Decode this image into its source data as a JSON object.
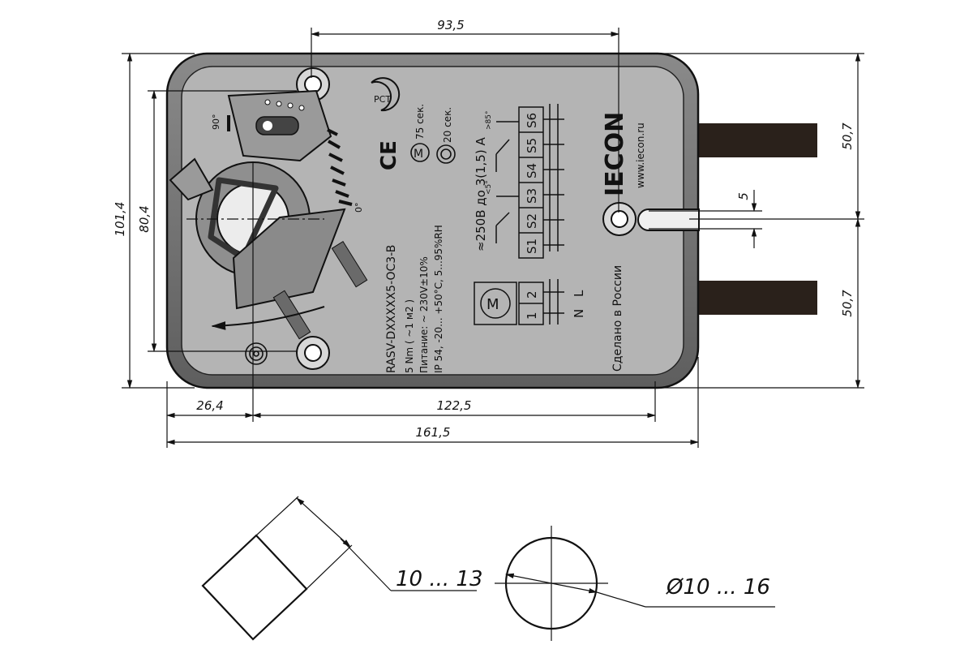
{
  "dimensions": {
    "width_top": "93,5",
    "height_total": "101,4",
    "height_holes": "80,4",
    "right_upper": "50,7",
    "right_lower": "50,7",
    "slot": "5",
    "left_offset": "26,4",
    "center_length": "122,5",
    "total_length": "161,5"
  },
  "labels": {
    "angle_90": "90°",
    "angle_0": "0°",
    "time_motor": "75 сек.",
    "time_spring": "20 сек.",
    "ce": "CE",
    "motor_symbol": "M",
    "switch_rating": "≈250В до 3(1,5) А",
    "pos_85": ">85°",
    "pos_5": "<5°",
    "s1": "S1",
    "s2": "S2",
    "s3": "S3",
    "s4": "S4",
    "s5": "S5",
    "s6": "S6",
    "term1": "1",
    "term2": "2",
    "phase_N": "N",
    "phase_L": "L",
    "brand": "IECON",
    "website": "www.iecon.ru",
    "made_in": "Сделано в России",
    "model": "RASV-DXXXXX5-OC3-B",
    "torque": "5 Nm ( ~1 м2 )",
    "supply": "Питание: ~ 230V±10%",
    "protection": "IP 54, -20... +50°C, 5...95%RH"
  },
  "shaft": {
    "square_range": "10 ... 13",
    "round_range": "Ø10 ... 16"
  }
}
